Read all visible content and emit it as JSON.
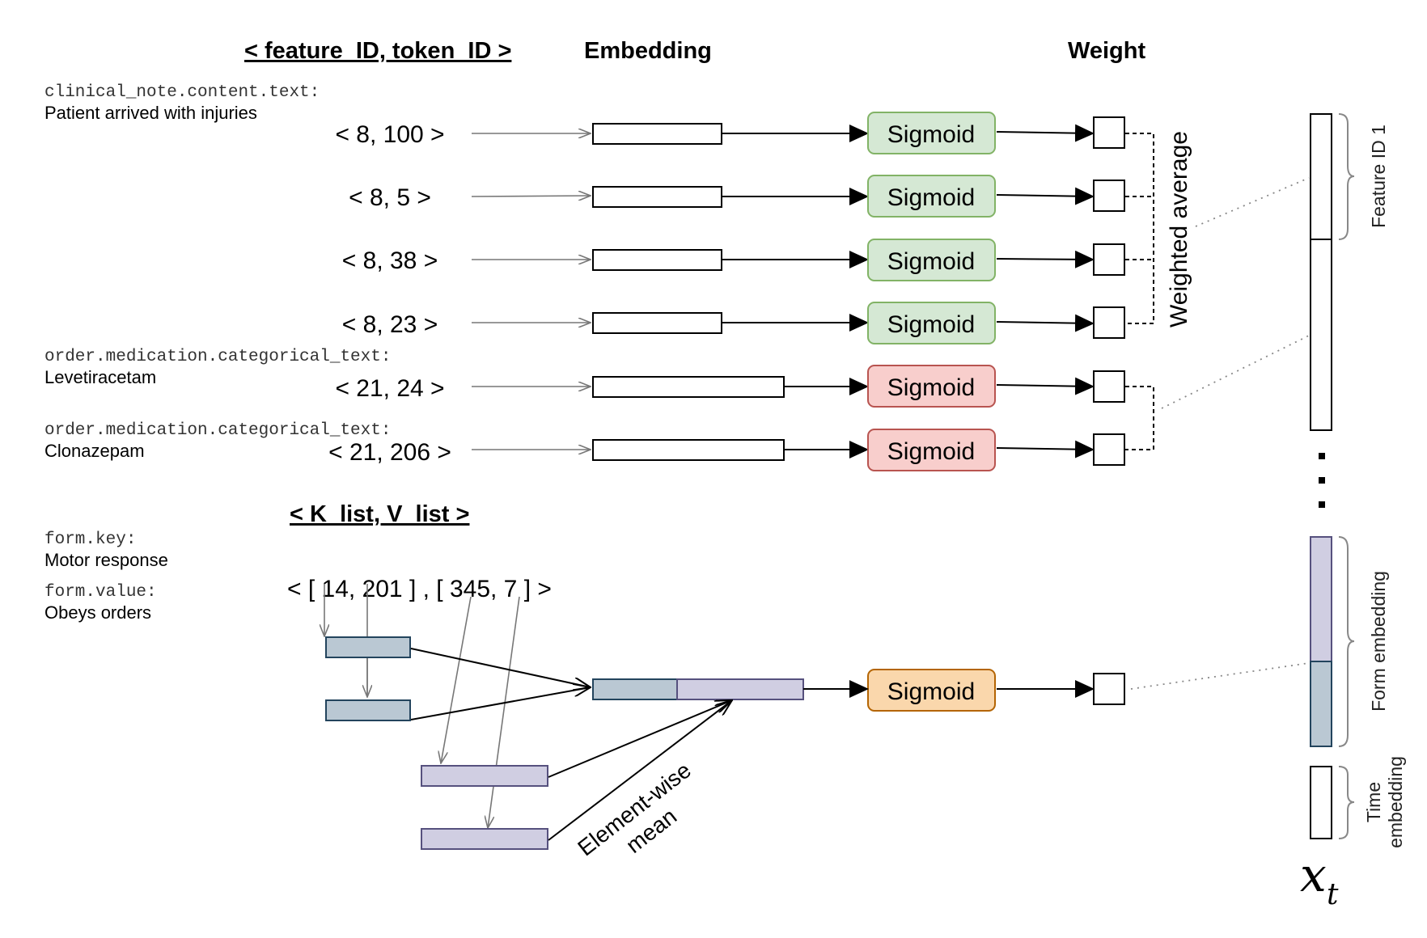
{
  "headers": {
    "feature_token": "< feature_ID, token_ID >",
    "embedding": "Embedding",
    "weight": "Weight",
    "k_v_list": "< K_list, V_list >"
  },
  "sources": [
    {
      "field": "clinical_note.content.text:",
      "value": "Patient arrived with injuries"
    },
    {
      "field": "order.medication.categorical_text:",
      "value": "Levetiracetam"
    },
    {
      "field": "order.medication.categorical_text:",
      "value": "Clonazepam"
    },
    {
      "field": "form.key:",
      "value": "Motor response"
    },
    {
      "field": "form.value:",
      "value": "Obeys orders"
    }
  ],
  "pairs": [
    "< 8, 100 >",
    "< 8, 5 >",
    "< 8, 38 >",
    "< 8, 23 >",
    "< 21, 24 >",
    "< 21, 206 >"
  ],
  "kv_pair": "< [ 14, 201 ] , [ 345, 7 ] >",
  "sigmoid_label": "Sigmoid",
  "weighted_average_label": "Weighted average",
  "element_wise_mean_label": [
    "Element-wise",
    "mean"
  ],
  "side_labels": {
    "feature_id": "Feature ID 1",
    "form_embedding": "Form embedding",
    "time_embedding": [
      "Time",
      "embedding"
    ]
  },
  "xt_label": {
    "base": "x",
    "sub": "t"
  },
  "colors": {
    "green_fill": "#d5e8d4",
    "green_stroke": "#82b366",
    "red_fill": "#f8cecc",
    "red_stroke": "#b85450",
    "orange_fill": "#fad7ac",
    "orange_stroke": "#b46504",
    "blue_fill": "#bac8d3",
    "blue_stroke": "#23445d",
    "purple_fill": "#d0cee2",
    "purple_stroke": "#56517e"
  }
}
